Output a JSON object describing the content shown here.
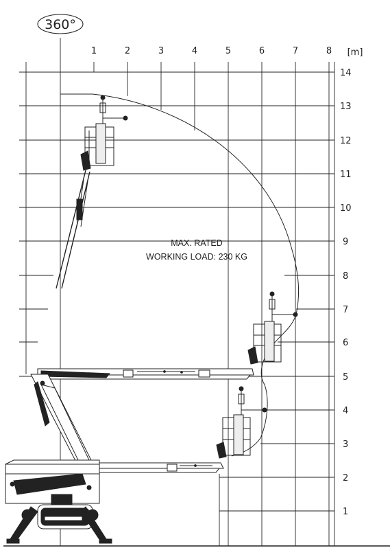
{
  "rotation_label": "360°",
  "unit_label": "[m]",
  "x_ticks": [
    "1",
    "2",
    "3",
    "4",
    "5",
    "6",
    "7",
    "8"
  ],
  "y_ticks": [
    "14",
    "13",
    "12",
    "11",
    "10",
    "9",
    "8",
    "7",
    "6",
    "5",
    "4",
    "3",
    "2",
    "1"
  ],
  "load_note": {
    "line1": "MAX. RATED",
    "line2": "WORKING LOAD: 230 KG"
  },
  "colors": {
    "ink": "#222222",
    "background": "#ffffff"
  }
}
